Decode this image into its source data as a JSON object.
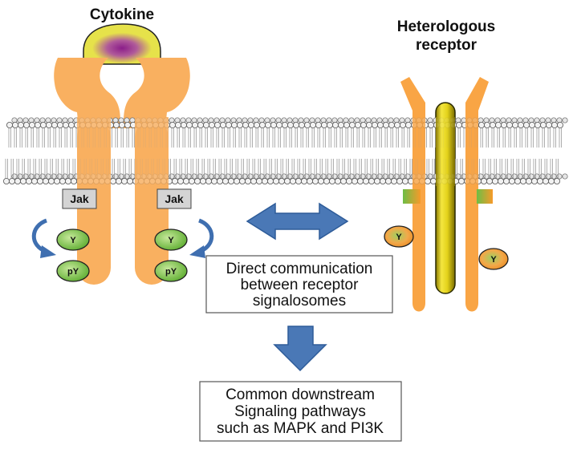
{
  "labels": {
    "cytokine": "Cytokine",
    "heterologous_line1": "Heterologous",
    "heterologous_line2": "receptor",
    "jak": "Jak",
    "y": "Y",
    "py": "pY"
  },
  "boxes": {
    "communication": [
      "Direct communication",
      "between receptor",
      "signalosomes"
    ],
    "downstream": [
      "Common downstream",
      "Signaling pathways",
      "such as MAPK and PI3K"
    ]
  },
  "colors": {
    "receptor_orange": "#F9B060",
    "cytokine_yellow": "#E6E24A",
    "cytokine_purple": "#8B1E8A",
    "arrow_blue": "#4A78B6",
    "y_green": "#7CC242",
    "y_orange": "#F79A2A",
    "jak_gray": "#D4D4D4",
    "rod_yellow": "#E3D21A",
    "membrane_gray": "#9A9A9A"
  }
}
